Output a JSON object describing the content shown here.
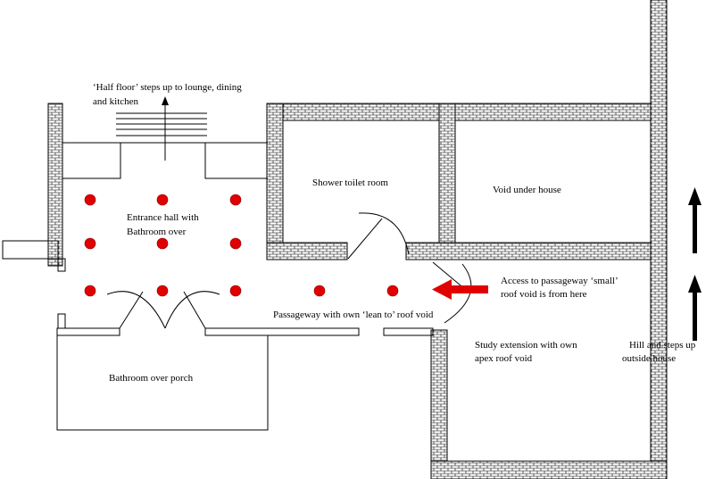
{
  "labels": {
    "half_floor_line1": "‘Half floor’ steps up to lounge, dining",
    "half_floor_line2": "and kitchen",
    "shower_room": "Shower toilet room",
    "void_under_house": "Void under house",
    "entrance_line1": "Entrance hall with",
    "entrance_line2": "Bathroom over",
    "access_line1": "Access to passageway ‘small’",
    "access_line2": "roof void is from here",
    "passageway": "Passageway with own ‘lean to’ roof void",
    "study_line1": "Study extension with own",
    "study_line2": "apex roof void",
    "hill_line1": "Hill and steps up",
    "hill_line2": "outside house",
    "bathroom_porch": "Bathroom over porch"
  },
  "colors": {
    "marker": "#e00000",
    "arrow": "#e00000",
    "ink": "#000000"
  },
  "icons": {
    "up_arrow": "up-arrow-icon",
    "pointer_arrow": "red-left-arrow-icon"
  }
}
